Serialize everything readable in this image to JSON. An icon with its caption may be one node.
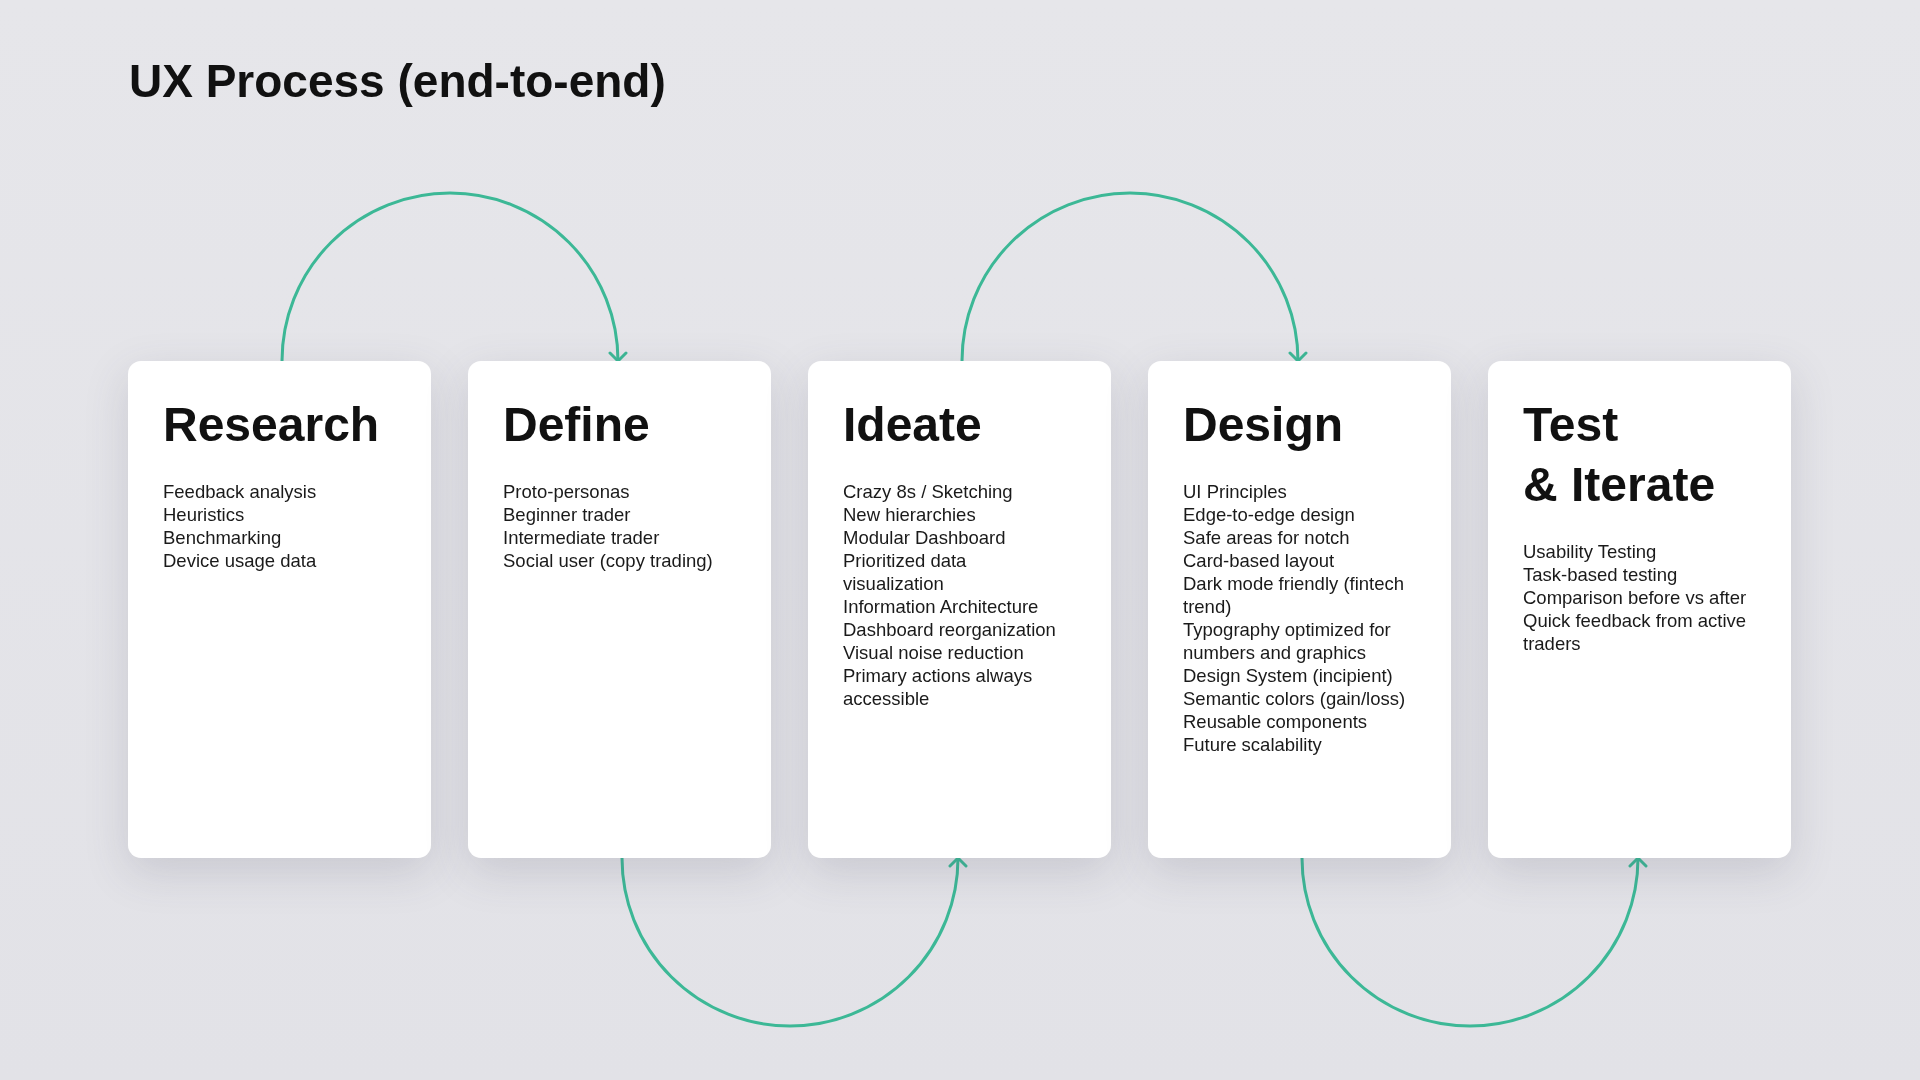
{
  "diagram": {
    "title": "UX Process (end-to-end)",
    "nodes": [
      {
        "text": [
          "Research",
          "Feedback analysis",
          "Heuristics",
          "Benchmarking",
          "Device usage data"
        ]
      },
      {
        "text": [
          "Define",
          "Proto-personas",
          "Beginner trader",
          "Intermediate trader",
          "Social user (copy trading)"
        ]
      },
      {
        "text": [
          "Ideate",
          "Crazy 8s / Sketching",
          "New hierarchies",
          "Modular Dashboard",
          "Prioritized data visualization",
          "Information Architecture",
          "Dashboard reorganization",
          "Visual noise reduction",
          "Primary actions always accessible"
        ]
      },
      {
        "text": [
          "Design",
          "UI Principles",
          "Edge-to-edge design",
          "Safe areas for notch",
          "Card-based layout",
          "Dark mode friendly (fintech trend)",
          "Typography optimized for numbers and graphics",
          "Design System (incipient)",
          "Semantic colors (gain/loss)",
          "Reusable components",
          "Future scalability"
        ]
      },
      {
        "text": [
          "Test & Iterate",
          "Usability Testing",
          "Task-based testing",
          "Comparison before vs after",
          "Quick feedback from active traders"
        ]
      }
    ],
    "edges": [
      {
        "from": 0,
        "to": 1,
        "arrow": "to"
      },
      {
        "from": 1,
        "to": 2,
        "arrow": "to"
      },
      {
        "from": 2,
        "to": 3,
        "arrow": "to"
      },
      {
        "from": 3,
        "to": 4,
        "arrow": "to"
      }
    ]
  }
}
